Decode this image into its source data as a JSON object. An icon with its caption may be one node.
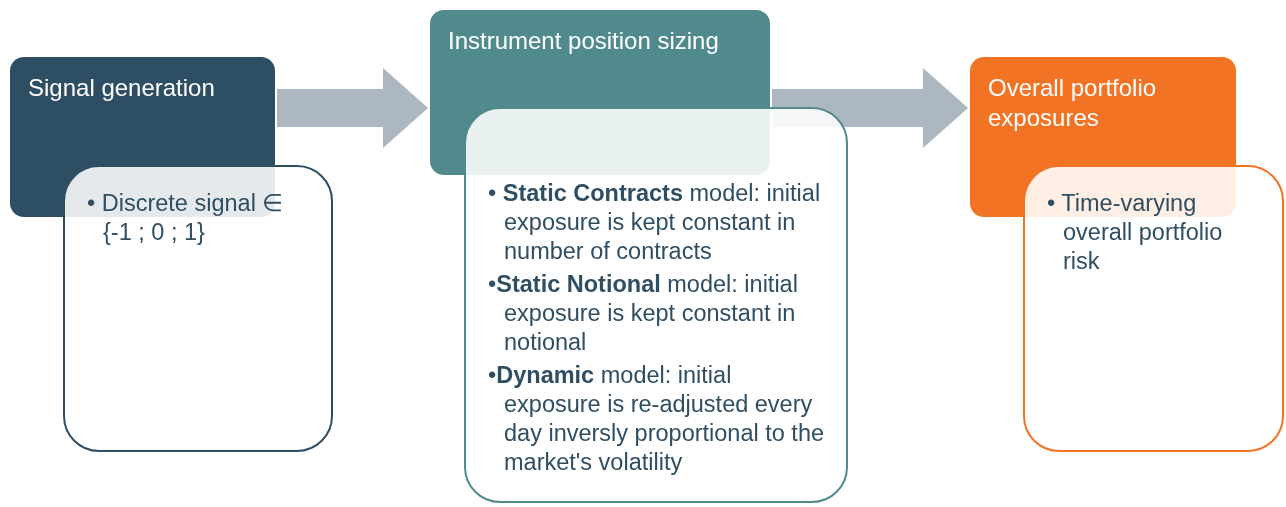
{
  "diagram": {
    "nodes": [
      {
        "text": [
          "Signal generation"
        ]
      },
      {
        "text": [
          "• Discrete signal ∈ {-1 ; 0 ; 1}"
        ]
      },
      {
        "text": [
          "Instrument position sizing"
        ]
      },
      {
        "text": [
          "• **Static Contracts** model: initial exposure is kept constant in number of contracts",
          "•**Static Notional** model: initial exposure is kept constant in notional",
          "•**Dynamic** model: initial exposure is re-adjusted every day inversly proportional to the market's volatility"
        ]
      },
      {
        "text": [
          "Overall portfolio exposures"
        ]
      },
      {
        "text": [
          "• Time-varying overall portfolio risk"
        ]
      }
    ],
    "edges": [
      {
        "from": 0,
        "to": 2,
        "arrow": "to"
      },
      {
        "from": 2,
        "to": 4,
        "arrow": "to"
      }
    ]
  }
}
